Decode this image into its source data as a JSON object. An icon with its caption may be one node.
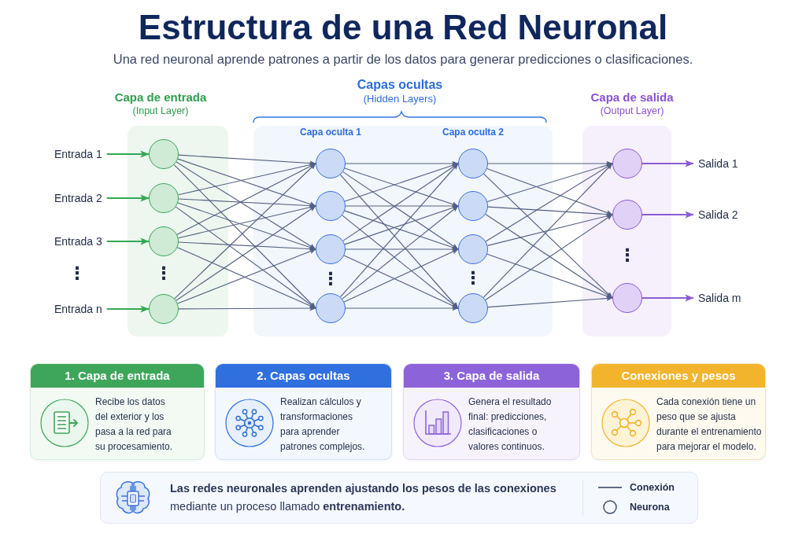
{
  "diagram": {
    "title": "Estructura de una Red Neuronal",
    "nodes": [
      {
        "text": [
          "Capa de entrada",
          "(Input Layer)"
        ]
      },
      {
        "text": [
          "Capas ocultas",
          "(Hidden Layers)",
          "Capa oculta 1",
          "Capa oculta 2"
        ]
      },
      {
        "text": [
          "Capa de salida",
          "(Output Layer)"
        ]
      },
      {
        "text": [
          "Entrada 1"
        ]
      },
      {
        "text": [
          "Entrada 2"
        ]
      },
      {
        "text": [
          "Entrada 3"
        ]
      },
      {
        "text": [
          "Entrada n"
        ]
      },
      {
        "text": [],
        "shape": "circle",
        "in": 0
      },
      {
        "text": [],
        "shape": "circle",
        "in": 0
      },
      {
        "text": [],
        "shape": "circle",
        "in": 0
      },
      {
        "text": [],
        "shape": "circle",
        "in": 0
      },
      {
        "text": [],
        "shape": "circle",
        "in": 1
      },
      {
        "text": [],
        "shape": "circle",
        "in": 1
      },
      {
        "text": [],
        "shape": "circle",
        "in": 1
      },
      {
        "text": [],
        "shape": "circle",
        "in": 1
      },
      {
        "text": [],
        "shape": "circle",
        "in": 1
      },
      {
        "text": [],
        "shape": "circle",
        "in": 1
      },
      {
        "text": [],
        "shape": "circle",
        "in": 1
      },
      {
        "text": [],
        "shape": "circle",
        "in": 1
      },
      {
        "text": [],
        "shape": "circle",
        "in": 2
      },
      {
        "text": [],
        "shape": "circle",
        "in": 2
      },
      {
        "text": [],
        "shape": "circle",
        "in": 2
      },
      {
        "text": [
          "Salida 1"
        ]
      },
      {
        "text": [
          "Salida 2"
        ]
      },
      {
        "text": [
          "Salida m"
        ]
      },
      {
        "text": [
          "1. Capa de entrada",
          "Recibe los datos del exterior y los pasa a la red para su procesamiento."
        ]
      },
      {
        "text": [
          "2. Capas ocultas",
          "Realizan cálculos y transformaciones para aprender patrones complejos."
        ]
      },
      {
        "text": [
          "3. Capa de salida",
          "Genera el resultado final: predicciones, clasificaciones o valores continuos."
        ]
      },
      {
        "text": [
          "Conexiones y pesos",
          "Cada conexión tiene un peso que se ajusta durante el entrenamiento para mejorar el modelo."
        ]
      },
      {
        "text": [
          "**Las redes neuronales aprenden ajustando los pesos de las conexiones** mediante un proceso llamado **entrenamiento.**"
        ]
      }
    ],
    "edges": [
      {
        "from": 3,
        "to": 7,
        "arrow": "to",
        "color": "#34a853"
      },
      {
        "from": 4,
        "to": 8,
        "arrow": "to",
        "color": "#34a853"
      },
      {
        "from": 5,
        "to": 9,
        "arrow": "to",
        "color": "#34a853"
      },
      {
        "from": 6,
        "to": 10,
        "arrow": "to",
        "color": "#34a853"
      },
      {
        "from": 7,
        "to": 11,
        "arrow": "to"
      },
      {
        "from": 7,
        "to": 12,
        "arrow": "to"
      },
      {
        "from": 7,
        "to": 13,
        "arrow": "to"
      },
      {
        "from": 7,
        "to": 14,
        "arrow": "to"
      },
      {
        "from": 8,
        "to": 11,
        "arrow": "to"
      },
      {
        "from": 8,
        "to": 12,
        "arrow": "to"
      },
      {
        "from": 8,
        "to": 13,
        "arrow": "to"
      },
      {
        "from": 8,
        "to": 14,
        "arrow": "to"
      },
      {
        "from": 9,
        "to": 11,
        "arrow": "to"
      },
      {
        "from": 9,
        "to": 12,
        "arrow": "to"
      },
      {
        "from": 9,
        "to": 13,
        "arrow": "to"
      },
      {
        "from": 9,
        "to": 14,
        "arrow": "to"
      },
      {
        "from": 10,
        "to": 11,
        "arrow": "to"
      },
      {
        "from": 10,
        "to": 12,
        "arrow": "to"
      },
      {
        "from": 10,
        "to": 13,
        "arrow": "to"
      },
      {
        "from": 10,
        "to": 14,
        "arrow": "to"
      },
      {
        "from": 11,
        "to": 15,
        "arrow": "to"
      },
      {
        "from": 11,
        "to": 16,
        "arrow": "to"
      },
      {
        "from": 11,
        "to": 17,
        "arrow": "to"
      },
      {
        "from": 11,
        "to": 18,
        "arrow": "to"
      },
      {
        "from": 12,
        "to": 15,
        "arrow": "to"
      },
      {
        "from": 12,
        "to": 16,
        "arrow": "to"
      },
      {
        "from": 12,
        "to": 17,
        "arrow": "to"
      },
      {
        "from": 12,
        "to": 18,
        "arrow": "to"
      },
      {
        "from": 13,
        "to": 15,
        "arrow": "to"
      },
      {
        "from": 13,
        "to": 16,
        "arrow": "to"
      },
      {
        "from": 13,
        "to": 17,
        "arrow": "to"
      },
      {
        "from": 13,
        "to": 18,
        "arrow": "to"
      },
      {
        "from": 14,
        "to": 15,
        "arrow": "to"
      },
      {
        "from": 14,
        "to": 16,
        "arrow": "to"
      },
      {
        "from": 14,
        "to": 17,
        "arrow": "to"
      },
      {
        "from": 14,
        "to": 18,
        "arrow": "to"
      },
      {
        "from": 15,
        "to": 19,
        "arrow": "to"
      },
      {
        "from": 15,
        "to": 20,
        "arrow": "to"
      },
      {
        "from": 15,
        "to": 21,
        "arrow": "to"
      },
      {
        "from": 16,
        "to": 19,
        "arrow": "to"
      },
      {
        "from": 16,
        "to": 20,
        "arrow": "to"
      },
      {
        "from": 16,
        "to": 21,
        "arrow": "to"
      },
      {
        "from": 17,
        "to": 19,
        "arrow": "to"
      },
      {
        "from": 17,
        "to": 20,
        "arrow": "to"
      },
      {
        "from": 17,
        "to": 21,
        "arrow": "to"
      },
      {
        "from": 18,
        "to": 19,
        "arrow": "to"
      },
      {
        "from": 18,
        "to": 20,
        "arrow": "to"
      },
      {
        "from": 18,
        "to": 21,
        "arrow": "to"
      },
      {
        "from": 19,
        "to": 22,
        "arrow": "to",
        "color": "#8b5cd6"
      },
      {
        "from": 20,
        "to": 23,
        "arrow": "to",
        "color": "#8b5cd6"
      },
      {
        "from": 21,
        "to": 24,
        "arrow": "to",
        "color": "#8b5cd6"
      }
    ],
    "labels": [
      "Una red neuronal aprende patrones a partir de los datos para generar predicciones o clasificaciones.",
      "⋮",
      "⋮",
      "⋮",
      "⋮",
      "⋮"
    ],
    "legend": [
      {
        "text": "Conexión"
      },
      {
        "text": "Neurona"
      }
    ]
  }
}
